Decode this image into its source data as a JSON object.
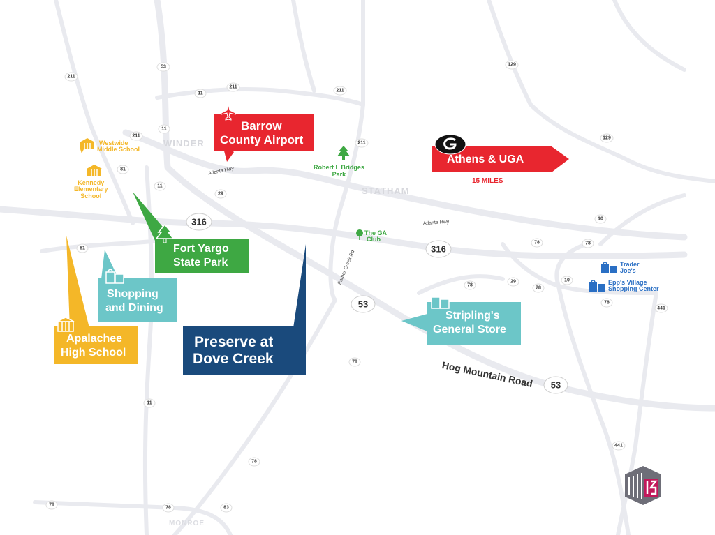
{
  "towns": {
    "winder": "WINDER",
    "statham": "STATHAM",
    "bottom": "MONROE"
  },
  "roads": {
    "atlanta_hwy_west": "Atlanta Hwy",
    "atlanta_hwy_east": "Atlanta Hwy",
    "barber_creek": "Barber Creek Rd",
    "hog_mountain": "Hog Mountain Road"
  },
  "shields": [
    {
      "id": "211a",
      "text": "211"
    },
    {
      "id": "53a",
      "text": "53"
    },
    {
      "id": "11a",
      "text": "11"
    },
    {
      "id": "211b",
      "text": "211"
    },
    {
      "id": "211c",
      "text": "211"
    },
    {
      "id": "129a",
      "text": "129"
    },
    {
      "id": "11b",
      "text": "11"
    },
    {
      "id": "211d",
      "text": "211"
    },
    {
      "id": "211e",
      "text": "211"
    },
    {
      "id": "81a",
      "text": "81"
    },
    {
      "id": "11c",
      "text": "11"
    },
    {
      "id": "29a",
      "text": "29"
    },
    {
      "id": "129b",
      "text": "129"
    },
    {
      "id": "316a",
      "text": "316"
    },
    {
      "id": "316b",
      "text": "316"
    },
    {
      "id": "81b",
      "text": "81"
    },
    {
      "id": "10a",
      "text": "10"
    },
    {
      "id": "78a",
      "text": "78"
    },
    {
      "id": "78b",
      "text": "78"
    },
    {
      "id": "10b",
      "text": "10"
    },
    {
      "id": "29b",
      "text": "29"
    },
    {
      "id": "78c",
      "text": "78"
    },
    {
      "id": "78d",
      "text": "78"
    },
    {
      "id": "78e",
      "text": "78"
    },
    {
      "id": "441a",
      "text": "441"
    },
    {
      "id": "53b",
      "text": "53"
    },
    {
      "id": "78f",
      "text": "78"
    },
    {
      "id": "53c",
      "text": "53"
    },
    {
      "id": "11d",
      "text": "11"
    },
    {
      "id": "441b",
      "text": "441"
    },
    {
      "id": "78g",
      "text": "78"
    },
    {
      "id": "78h",
      "text": "78"
    },
    {
      "id": "78i",
      "text": "78"
    },
    {
      "id": "83a",
      "text": "83"
    }
  ],
  "callouts": {
    "airport": {
      "line1": "Barrow",
      "line2": "County Airport",
      "color": "#e8262f"
    },
    "athens": {
      "line1": "Athens & UGA",
      "sub": "15 MILES",
      "color": "#e8262f"
    },
    "fort_yargo": {
      "line1": "Fort Yargo",
      "line2": "State Park",
      "color": "#3ea843"
    },
    "shopping": {
      "line1": "Shopping",
      "line2": "and Dining",
      "color": "#6cc6c8"
    },
    "apalachee": {
      "line1": "Apalachee",
      "line2": "High School",
      "color": "#f4b728"
    },
    "preserve": {
      "line1": "Preserve at",
      "line2": "Dove Creek",
      "color": "#1a4a7c"
    },
    "stripling": {
      "line1": "Stripling's",
      "line2": "General Store",
      "color": "#6cc6c8"
    }
  },
  "pois": {
    "westside": {
      "line1": "Westwide",
      "line2": "Middle School"
    },
    "kennedy": {
      "line1": "Kennedy",
      "line2": "Elementary",
      "line3": "School"
    },
    "bridges": {
      "line1": "Robert L Bridges",
      "line2": "Park"
    },
    "ga_club": {
      "line1": "The GA",
      "line2": "Club"
    },
    "trader": {
      "line1": "Trader",
      "line2": "Joe's"
    },
    "epps": {
      "line1": "Epp's Village",
      "line2": "Shopping Center"
    }
  },
  "colors": {
    "red": "#e8262f",
    "green": "#3ea843",
    "teal": "#6cc6c8",
    "gold": "#f4b728",
    "navy": "#1a4a7c",
    "blue": "#2a6fc4",
    "road": "#e9eaef"
  },
  "icons": [
    "airplane-icon",
    "georgia-g-icon",
    "tree-icon",
    "school-icon",
    "shopping-bag-icon",
    "pin-icon",
    "watermark-logo"
  ]
}
